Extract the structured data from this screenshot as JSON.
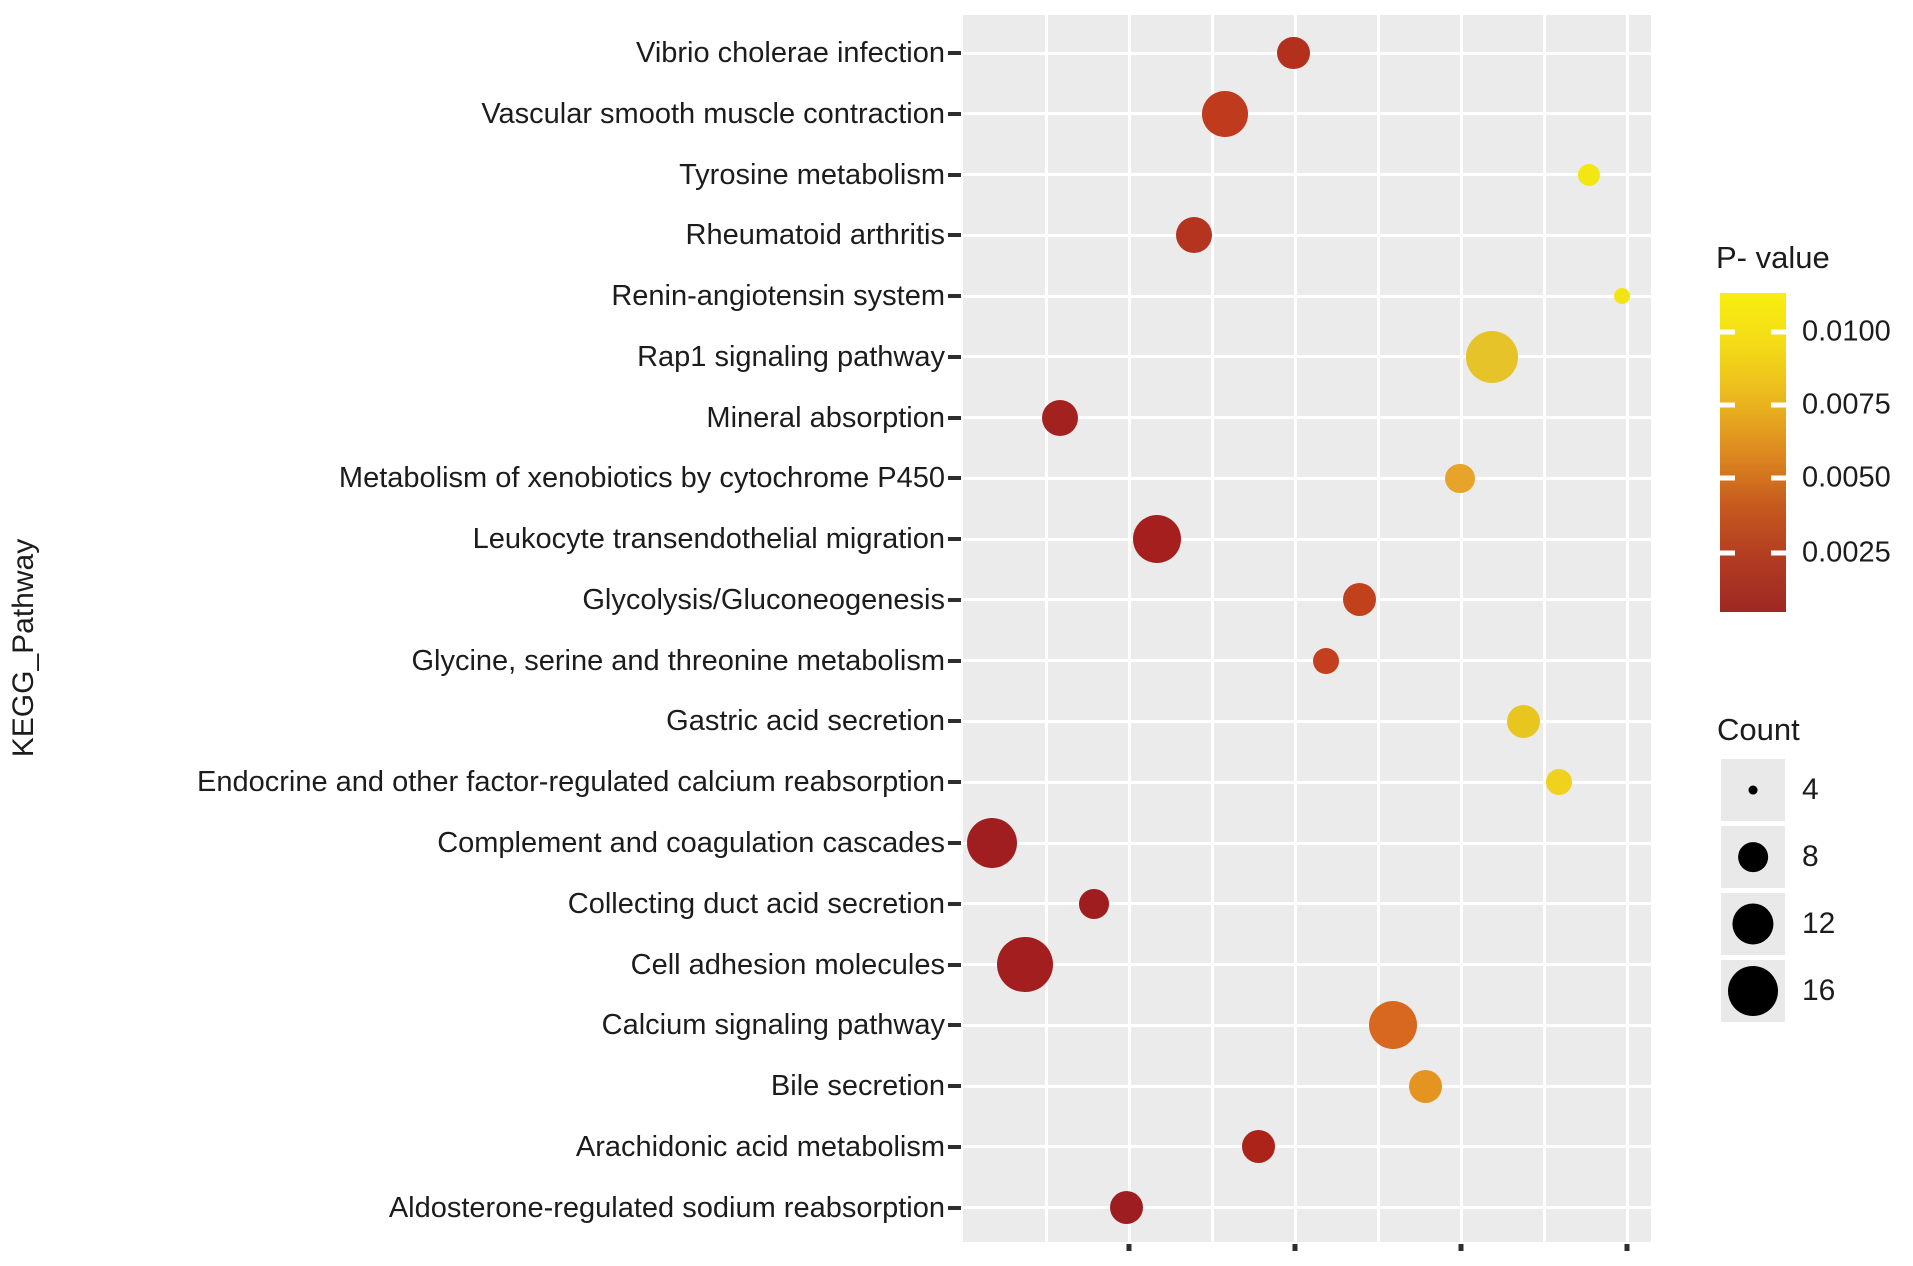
{
  "figure": {
    "y_axis_title": "KEGG_Pathway"
  },
  "legend": {
    "pvalue": {
      "title": "P- value",
      "tick_labels": [
        "0.0100",
        "0.0075",
        "0.0050",
        "0.0025"
      ],
      "gradient_top_to_bottom": [
        "#f8ee0f",
        "#f3db17",
        "#eab71e",
        "#dd8a1f",
        "#c65a1e",
        "#b23c22",
        "#9e2823"
      ]
    },
    "count": {
      "title": "Count",
      "items": [
        4,
        8,
        12,
        16
      ],
      "dot_color": "#000000"
    }
  },
  "chart_data": {
    "type": "scatter",
    "title": "",
    "xlabel": "",
    "ylabel": "KEGG_Pathway",
    "grid": "on",
    "panel_background": "#ebebeb",
    "legend_position": "right",
    "x_axis_tick_labels_visible": false,
    "color_scale": {
      "label": "P- value",
      "min": 0.0025,
      "max": 0.01,
      "low_color": "#9e2823",
      "high_color": "#f8ee0f"
    },
    "size_scale": {
      "label": "Count",
      "legend_values": [
        4,
        8,
        12,
        16
      ]
    },
    "points": [
      {
        "pathway": "Vibrio cholerae infection",
        "x_frac": 0.48,
        "count": 9,
        "p_value": 0.0015,
        "color": "#b3301d"
      },
      {
        "pathway": "Vascular smooth muscle contraction",
        "x_frac": 0.381,
        "count": 14,
        "p_value": 0.002,
        "color": "#c03a1e"
      },
      {
        "pathway": "Tyrosine metabolism",
        "x_frac": 0.91,
        "count": 6,
        "p_value": 0.01,
        "color": "#f2e713"
      },
      {
        "pathway": "Rheumatoid arthritis",
        "x_frac": 0.336,
        "count": 10,
        "p_value": 0.0015,
        "color": "#b43420"
      },
      {
        "pathway": "Renin-angiotensin system",
        "x_frac": 0.958,
        "count": 5,
        "p_value": 0.0095,
        "color": "#f2e414"
      },
      {
        "pathway": "Rap1 signaling pathway",
        "x_frac": 0.769,
        "count": 17,
        "p_value": 0.0078,
        "color": "#e6c329"
      },
      {
        "pathway": "Mineral absorption",
        "x_frac": 0.141,
        "count": 10,
        "p_value": 0.0008,
        "color": "#a32220"
      },
      {
        "pathway": "Metabolism of xenobiotics by cytochrome P450",
        "x_frac": 0.722,
        "count": 8,
        "p_value": 0.006,
        "color": "#e6a42a"
      },
      {
        "pathway": "Leukocyte transendothelial migration",
        "x_frac": 0.282,
        "count": 15,
        "p_value": 0.0008,
        "color": "#a51f1f"
      },
      {
        "pathway": "Glycolysis/Gluconeogenesis",
        "x_frac": 0.576,
        "count": 9,
        "p_value": 0.002,
        "color": "#c2411d"
      },
      {
        "pathway": "Glycine, serine and threonine metabolism",
        "x_frac": 0.528,
        "count": 7,
        "p_value": 0.002,
        "color": "#c33f1f"
      },
      {
        "pathway": "Gastric acid secretion",
        "x_frac": 0.815,
        "count": 9,
        "p_value": 0.0078,
        "color": "#e9c51f"
      },
      {
        "pathway": "Endocrine and other factor-regulated calcium reabsorption",
        "x_frac": 0.866,
        "count": 7,
        "p_value": 0.0085,
        "color": "#f0d11d"
      },
      {
        "pathway": "Complement and coagulation cascades",
        "x_frac": 0.042,
        "count": 16,
        "p_value": 0.0005,
        "color": "#a01d20"
      },
      {
        "pathway": "Collecting duct acid secretion",
        "x_frac": 0.19,
        "count": 8,
        "p_value": 0.0005,
        "color": "#9f1d1f"
      },
      {
        "pathway": "Cell adhesion molecules",
        "x_frac": 0.09,
        "count": 19,
        "p_value": 0.0007,
        "color": "#a31e1f"
      },
      {
        "pathway": "Calcium signaling pathway",
        "x_frac": 0.625,
        "count": 15,
        "p_value": 0.004,
        "color": "#d8671f"
      },
      {
        "pathway": "Bile secretion",
        "x_frac": 0.672,
        "count": 9,
        "p_value": 0.0055,
        "color": "#e59422"
      },
      {
        "pathway": "Arachidonic acid metabolism",
        "x_frac": 0.43,
        "count": 9,
        "p_value": 0.001,
        "color": "#ab2319"
      },
      {
        "pathway": "Aldosterone-regulated sodium reabsorption",
        "x_frac": 0.237,
        "count": 9,
        "p_value": 0.0005,
        "color": "#9e1d20"
      }
    ]
  }
}
